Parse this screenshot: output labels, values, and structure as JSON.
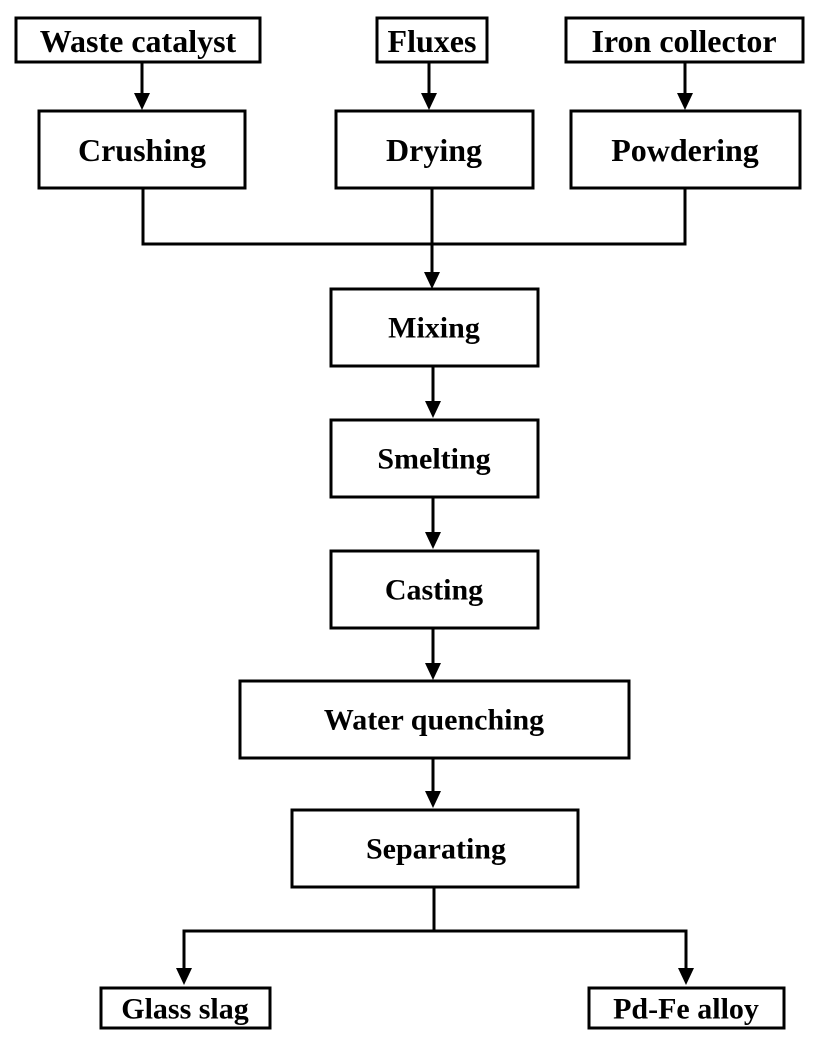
{
  "inputs": {
    "waste_catalyst": "Waste catalyst",
    "fluxes": "Fluxes",
    "iron_collector": "Iron collector"
  },
  "steps": {
    "crushing": "Crushing",
    "drying": "Drying",
    "powdering": "Powdering",
    "mixing": "Mixing",
    "smelting": "Smelting",
    "casting": "Casting",
    "water_quenching": "Water quenching",
    "separating": "Separating"
  },
  "outputs": {
    "glass_slag": "Glass slag",
    "pd_fe_alloy": "Pd-Fe alloy"
  }
}
